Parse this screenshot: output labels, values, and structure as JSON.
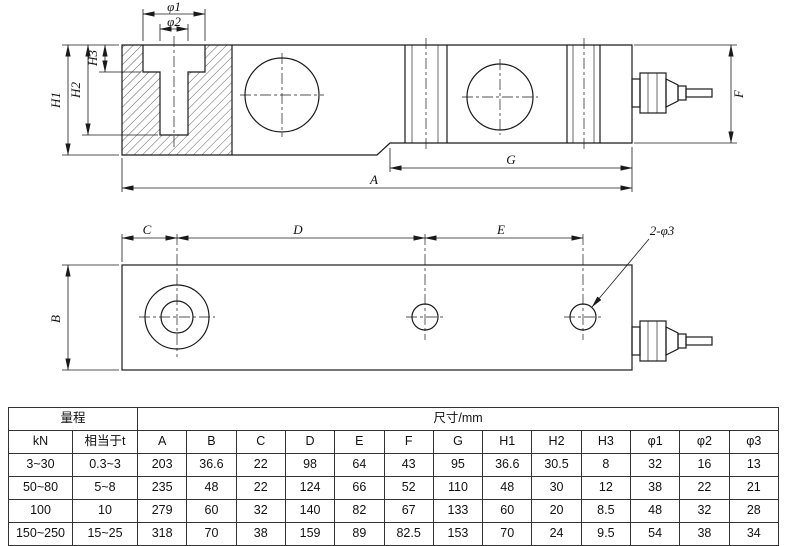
{
  "page": {
    "background": "#ffffff",
    "line_color": "#1a1a1a"
  },
  "side_view": {
    "labels": {
      "phi1": "φ1",
      "phi2": "φ2",
      "H1": "H1",
      "H2": "H2",
      "H3": "H3",
      "G": "G",
      "A": "A",
      "F": "F"
    }
  },
  "top_view": {
    "labels": {
      "B": "B",
      "C": "C",
      "D": "D",
      "E": "E",
      "holes": "2-φ3"
    }
  },
  "table": {
    "range_header": "量程",
    "dims_header": "尺寸/mm",
    "columns": [
      "kN",
      "相当于t",
      "A",
      "B",
      "C",
      "D",
      "E",
      "F",
      "G",
      "H1",
      "H2",
      "H3",
      "φ1",
      "φ2",
      "φ3"
    ],
    "rows": [
      [
        "3~30",
        "0.3~3",
        "203",
        "36.6",
        "22",
        "98",
        "64",
        "43",
        "95",
        "36.6",
        "30.5",
        "8",
        "32",
        "16",
        "13"
      ],
      [
        "50~80",
        "5~8",
        "235",
        "48",
        "22",
        "124",
        "66",
        "52",
        "110",
        "48",
        "30",
        "12",
        "38",
        "22",
        "21"
      ],
      [
        "100",
        "10",
        "279",
        "60",
        "32",
        "140",
        "82",
        "67",
        "133",
        "60",
        "20",
        "8.5",
        "48",
        "32",
        "28"
      ],
      [
        "150~250",
        "15~25",
        "318",
        "70",
        "38",
        "159",
        "89",
        "82.5",
        "153",
        "70",
        "24",
        "9.5",
        "54",
        "38",
        "34"
      ]
    ]
  }
}
